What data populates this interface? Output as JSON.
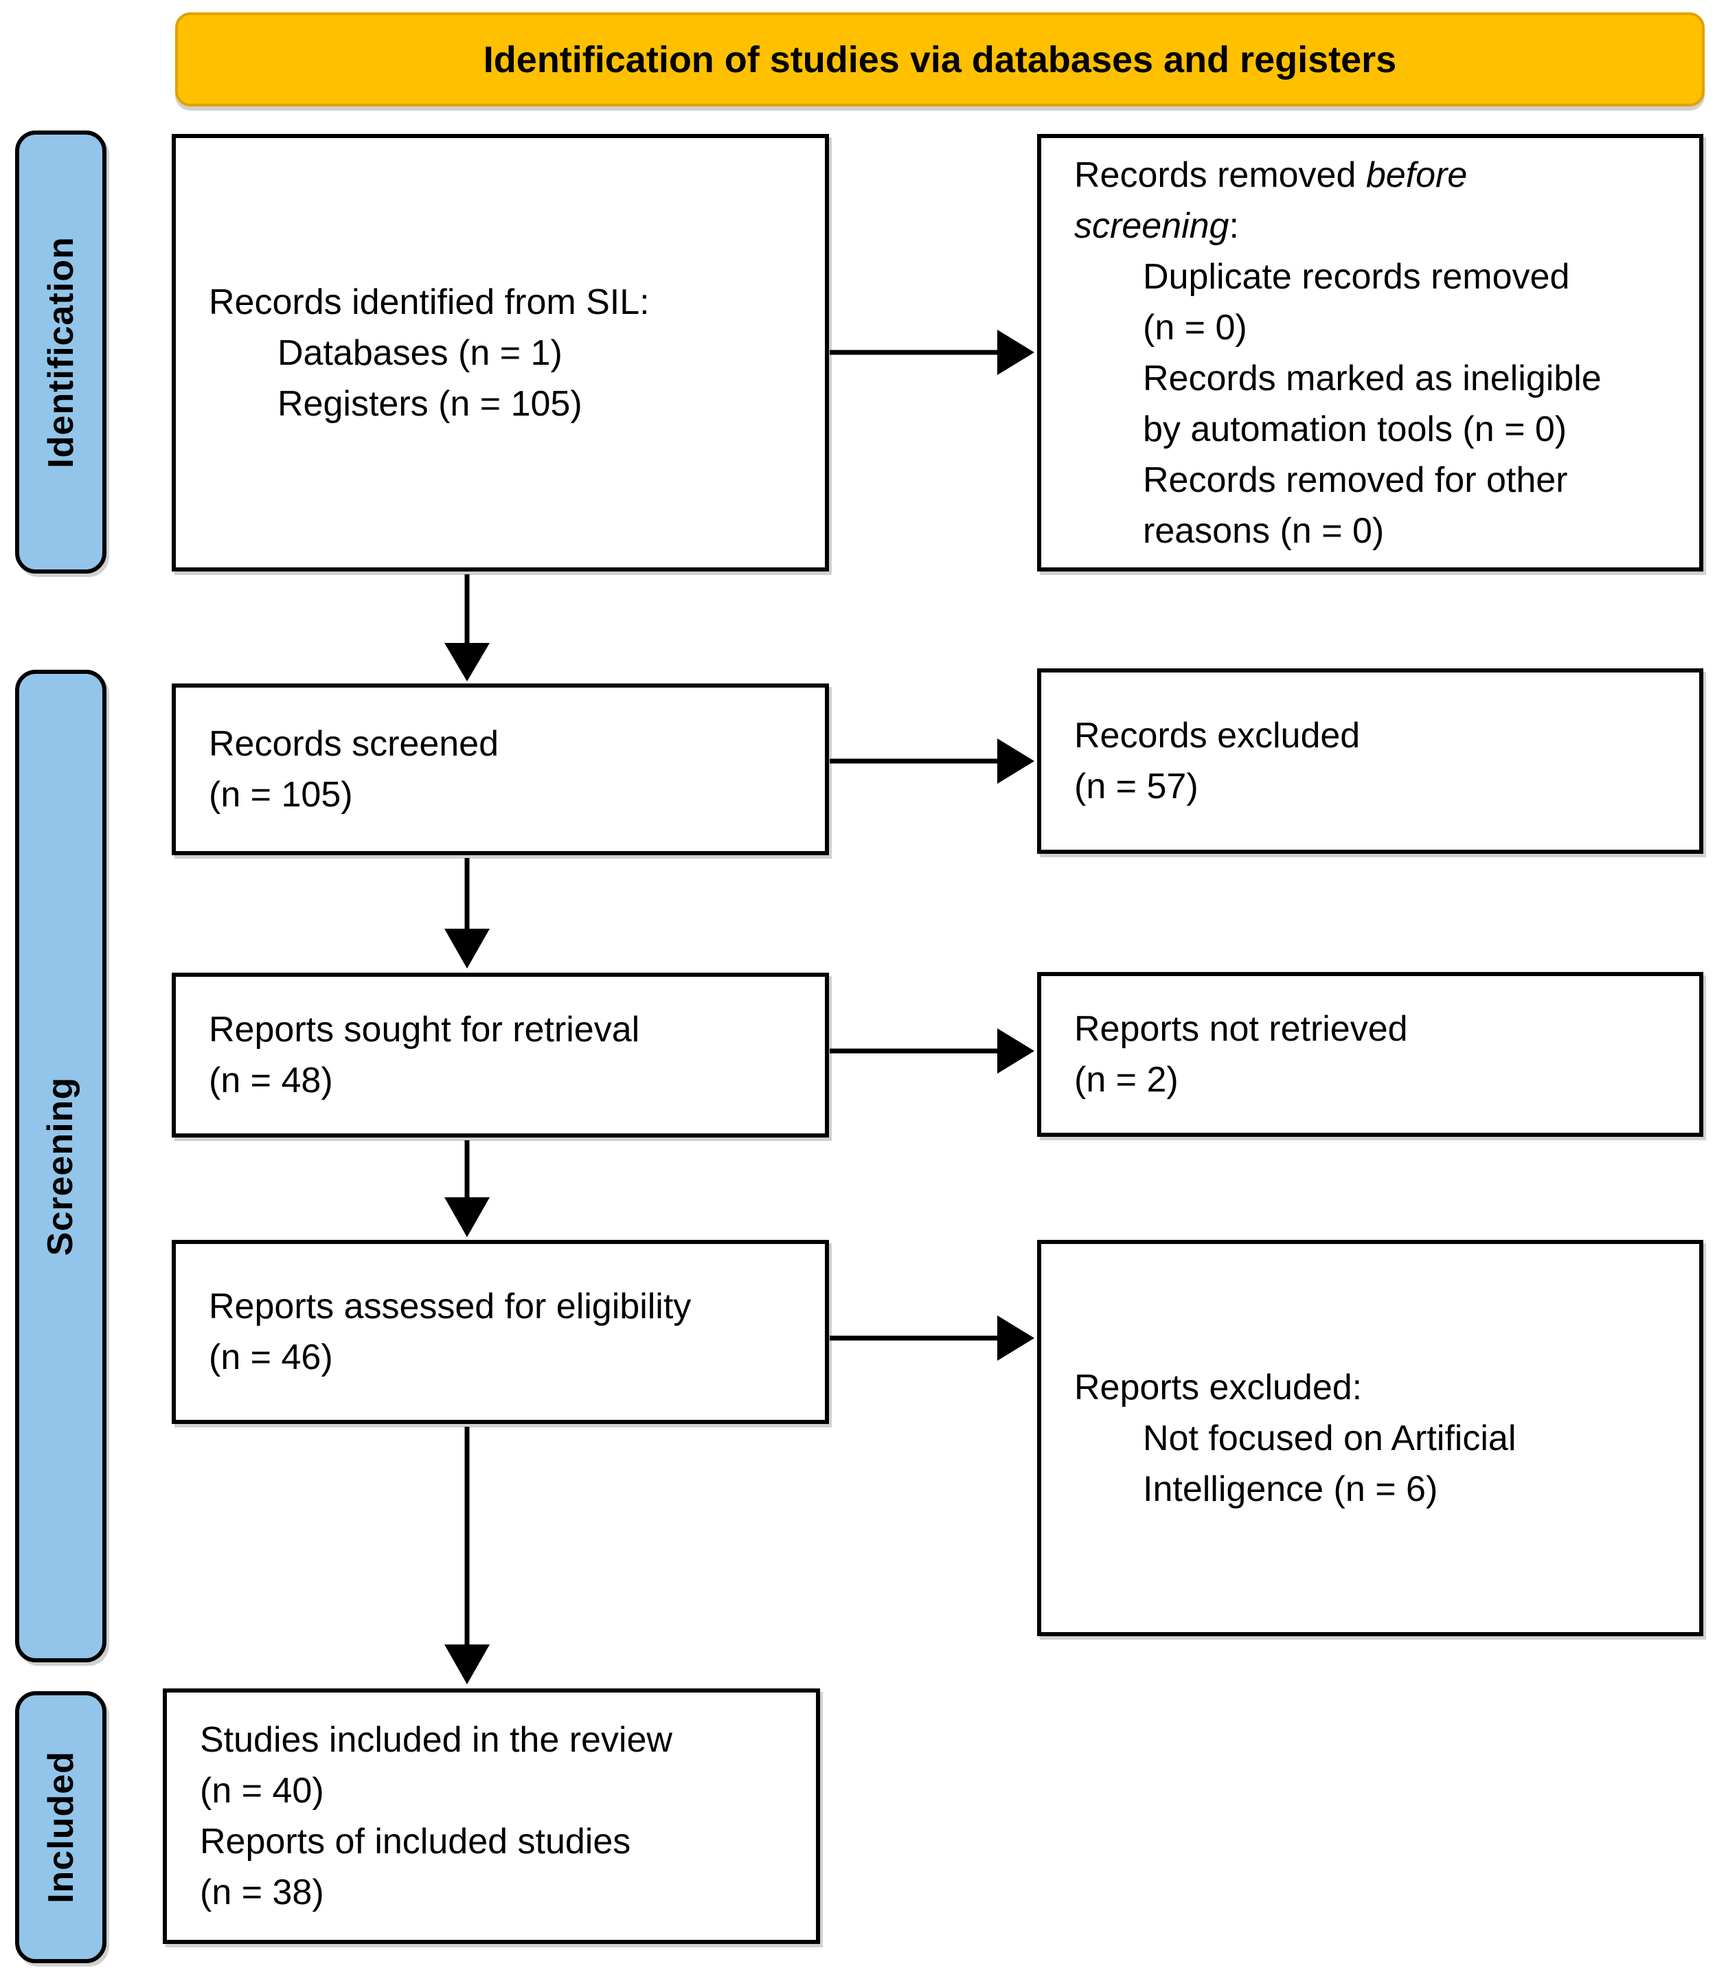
{
  "banner": {
    "label": "Identification of studies via databases and registers"
  },
  "colors": {
    "banner_bg": "#FFC000",
    "banner_border": "#E2A100",
    "sidebar_bg": "#92C5E9",
    "box_bg": "#FFFFFF",
    "border": "#000000",
    "text": "#000000"
  },
  "sidebar": [
    {
      "label": "Identification"
    },
    {
      "label": "Screening"
    },
    {
      "label": "Included"
    }
  ],
  "boxes": {
    "records_identified": {
      "lines": [
        {
          "indent": false,
          "segments": [
            {
              "text": "Records identified from SIL:",
              "italic": false
            }
          ]
        },
        {
          "indent": true,
          "segments": [
            {
              "text": "Databases (n = 1)",
              "italic": false
            }
          ]
        },
        {
          "indent": true,
          "segments": [
            {
              "text": "Registers (n = 105)",
              "italic": false
            }
          ]
        }
      ]
    },
    "records_removed": {
      "lines": [
        {
          "indent": false,
          "segments": [
            {
              "text": "Records removed ",
              "italic": false
            },
            {
              "text": "before",
              "italic": true
            }
          ]
        },
        {
          "indent": false,
          "segments": [
            {
              "text": "screening",
              "italic": true
            },
            {
              "text": ":",
              "italic": false
            }
          ]
        },
        {
          "indent": true,
          "segments": [
            {
              "text": "Duplicate records removed",
              "italic": false
            }
          ]
        },
        {
          "indent": true,
          "segments": [
            {
              "text": "(n = 0)",
              "italic": false
            }
          ]
        },
        {
          "indent": true,
          "segments": [
            {
              "text": "Records marked as ineligible",
              "italic": false
            }
          ]
        },
        {
          "indent": true,
          "segments": [
            {
              "text": "by automation tools (n = 0)",
              "italic": false
            }
          ]
        },
        {
          "indent": true,
          "segments": [
            {
              "text": "Records removed for other",
              "italic": false
            }
          ]
        },
        {
          "indent": true,
          "segments": [
            {
              "text": "reasons (n = 0)",
              "italic": false
            }
          ]
        }
      ]
    },
    "records_screened": {
      "lines": [
        {
          "indent": false,
          "segments": [
            {
              "text": "Records screened",
              "italic": false
            }
          ]
        },
        {
          "indent": false,
          "segments": [
            {
              "text": "(n = 105)",
              "italic": false
            }
          ]
        }
      ]
    },
    "records_excluded": {
      "lines": [
        {
          "indent": false,
          "segments": [
            {
              "text": "Records excluded",
              "italic": false
            }
          ]
        },
        {
          "indent": false,
          "segments": [
            {
              "text": "(n = 57)",
              "italic": false
            }
          ]
        }
      ]
    },
    "reports_sought": {
      "lines": [
        {
          "indent": false,
          "segments": [
            {
              "text": "Reports sought for retrieval",
              "italic": false
            }
          ]
        },
        {
          "indent": false,
          "segments": [
            {
              "text": "(n = 48)",
              "italic": false
            }
          ]
        }
      ]
    },
    "reports_not_retrieved": {
      "lines": [
        {
          "indent": false,
          "segments": [
            {
              "text": "Reports not retrieved",
              "italic": false
            }
          ]
        },
        {
          "indent": false,
          "segments": [
            {
              "text": "(n = 2)",
              "italic": false
            }
          ]
        }
      ]
    },
    "reports_assessed": {
      "lines": [
        {
          "indent": false,
          "segments": [
            {
              "text": "Reports assessed for eligibility",
              "italic": false
            }
          ]
        },
        {
          "indent": false,
          "segments": [
            {
              "text": "(n = 46)",
              "italic": false
            }
          ]
        }
      ]
    },
    "reports_excluded": {
      "lines": [
        {
          "indent": false,
          "segments": [
            {
              "text": "Reports excluded:",
              "italic": false
            }
          ]
        },
        {
          "indent": true,
          "segments": [
            {
              "text": "Not focused on Artificial",
              "italic": false
            }
          ]
        },
        {
          "indent": true,
          "segments": [
            {
              "text": "Intelligence (n = 6)",
              "italic": false
            }
          ]
        }
      ]
    },
    "studies_included": {
      "lines": [
        {
          "indent": false,
          "segments": [
            {
              "text": "Studies included in the review",
              "italic": false
            }
          ]
        },
        {
          "indent": false,
          "segments": [
            {
              "text": "(n = 40)",
              "italic": false
            }
          ]
        },
        {
          "indent": false,
          "segments": [
            {
              "text": "Reports of included studies",
              "italic": false
            }
          ]
        },
        {
          "indent": false,
          "segments": [
            {
              "text": "(n = 38)",
              "italic": false
            }
          ]
        }
      ]
    }
  }
}
